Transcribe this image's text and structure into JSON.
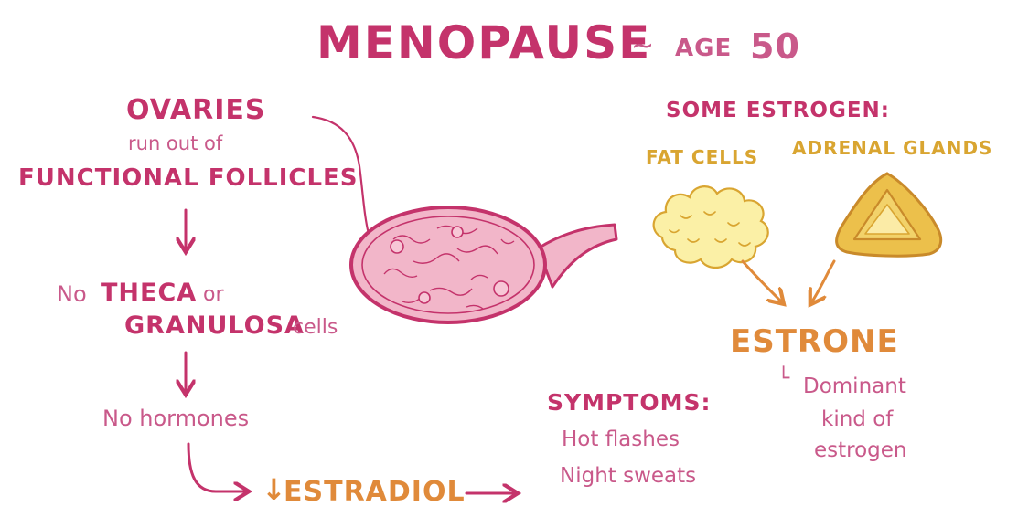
{
  "colors": {
    "magenta": "#c4336b",
    "pink": "#c9598a",
    "orange": "#e08a3a",
    "gold": "#d9a531",
    "ovary_fill": "#f2b6c9",
    "ovary_line": "#c4336b",
    "fat_fill": "#fbf0a6",
    "adrenal_fill": "#ecc04b"
  },
  "title": {
    "main": "MENOPAUSE",
    "tilde": "~",
    "age_label": "AGE",
    "age_value": "50"
  },
  "left_flow": {
    "ovaries": "OVARIES",
    "run_out_of": "run out of",
    "functional_follicles": "FUNCTIONAL FOLLICLES",
    "no_word": "No",
    "theca": "THECA",
    "or_word": "or",
    "granulosa": "GRANULOSA",
    "cells_word": "cells",
    "no_hormones": "No hormones",
    "estradiol_arrow": "↓",
    "estradiol": "ESTRADIOL"
  },
  "symptoms": {
    "heading": "SYMPTOMS:",
    "items": [
      "Hot flashes",
      "Night sweats"
    ]
  },
  "right_flow": {
    "some_estrogen": "SOME ESTROGEN:",
    "fat_cells": "FAT CELLS",
    "adrenal_glands": "ADRENAL GLANDS",
    "estrone": "ESTRONE",
    "note_prefix": "└",
    "note_lines": [
      "Dominant",
      "kind of",
      "estrogen"
    ]
  },
  "icons": {
    "ovary": "ovary-illustration",
    "fat": "fat-cells-illustration",
    "adrenal": "adrenal-gland-illustration"
  }
}
